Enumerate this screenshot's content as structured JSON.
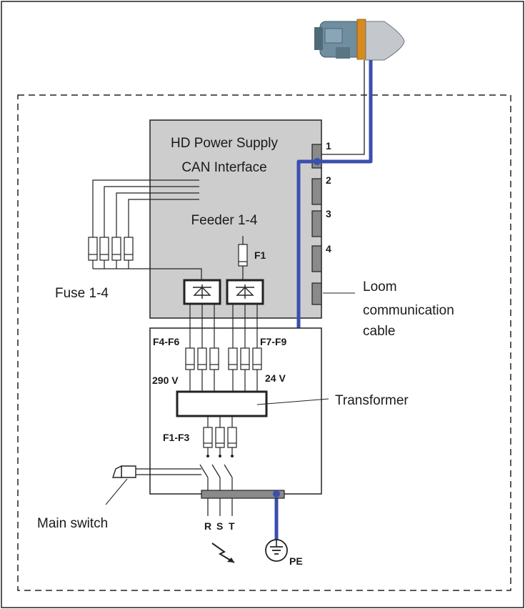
{
  "labels": {
    "psu_title_line1": "HD Power Supply",
    "psu_title_line2": "CAN Interface",
    "feeder": "Feeder 1-4",
    "f1": "F1",
    "fuse_group": "Fuse 1-4",
    "port1": "1",
    "port2": "2",
    "port3": "3",
    "port4": "4",
    "loom_cable_line1": "Loom",
    "loom_cable_line2": "communication",
    "loom_cable_line3": "cable",
    "f4_f6": "F4-F6",
    "f7_f9": "F7-F9",
    "v290": "290 V",
    "v24": "24 V",
    "transformer": "Transformer",
    "f1_f3": "F1-F3",
    "main_switch": "Main switch",
    "phase_r": "R",
    "phase_s": "S",
    "phase_t": "T",
    "pe": "PE"
  },
  "colors": {
    "cable_blue": "#3a4fae",
    "box_gray": "#cdcdcd",
    "line": "#222222"
  }
}
